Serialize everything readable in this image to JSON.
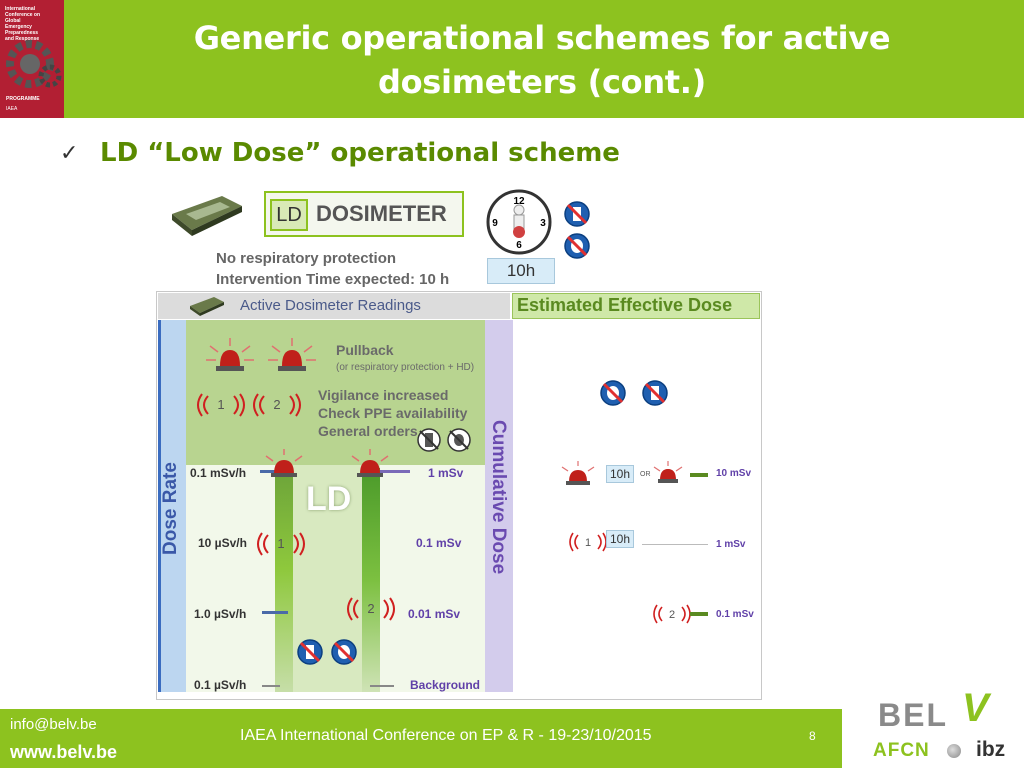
{
  "header": {
    "title_line1": "Generic operational schemes for active",
    "title_line2": "dosimeters (cont.)",
    "program_cover": {
      "lines": [
        "International Conference on",
        "Global",
        "Emergency",
        "Preparedness",
        "and Response"
      ],
      "label": "PROGRAMME",
      "logo": "IAEA"
    }
  },
  "bullet": {
    "check": "✓",
    "text": "LD “Low Dose” operational scheme"
  },
  "dosimeter_box": {
    "tag": "LD",
    "label": "DOSIMETER"
  },
  "conditions": {
    "line1": "No respiratory protection",
    "line2": "Intervention Time expected: 10 h"
  },
  "time_expected": "10h",
  "diagram": {
    "readings_title": "Active Dosimeter Readings",
    "estimated_title": "Estimated Effective Dose",
    "dose_rate_label": "Dose Rate",
    "cumulative_label": "Cumulative Dose",
    "ld_label": "LD",
    "pullback": {
      "title": "Pullback",
      "subtitle": "(or respiratory protection + HD)"
    },
    "vigilance": {
      "line1": "Vigilance increased",
      "line2": "Check PPE availability",
      "line3": "General orders"
    },
    "alarm_1": "1",
    "alarm_2": "2",
    "dose_rates": [
      "0.1 mSv/h",
      "10 µSv/h",
      "1.0 µSv/h",
      "0.1 µSv/h"
    ],
    "cumulative_doses": [
      "1 mSv",
      "0.1 mSv",
      "0.01 mSv",
      "Background"
    ],
    "estimated": {
      "row1": {
        "time": "10h",
        "or": "OR",
        "dose": "10 mSv"
      },
      "row2": {
        "time": "10h",
        "dose": "1 mSv"
      },
      "row3": {
        "dose": "0.1 mSv"
      }
    }
  },
  "footer": {
    "email": "info@belv.be",
    "website": "www.belv.be",
    "conference": "IAEA International Conference on EP & R - 19-23/10/2015",
    "page": "8"
  },
  "logos": {
    "bel": "BEL",
    "v": "V",
    "afcn": "AFCN",
    "ibz": "ibz"
  },
  "colors": {
    "accent_green": "#8dc21f",
    "dose_rate_blue": "#3a58a8",
    "cumulative_purple": "#6a4ab0"
  },
  "icons": [
    "dosimeter-device-icon",
    "alarm-clock-icon",
    "no-respirator-icon",
    "no-protective-suit-icon",
    "siren-icon",
    "vibration-alarm-icon"
  ]
}
